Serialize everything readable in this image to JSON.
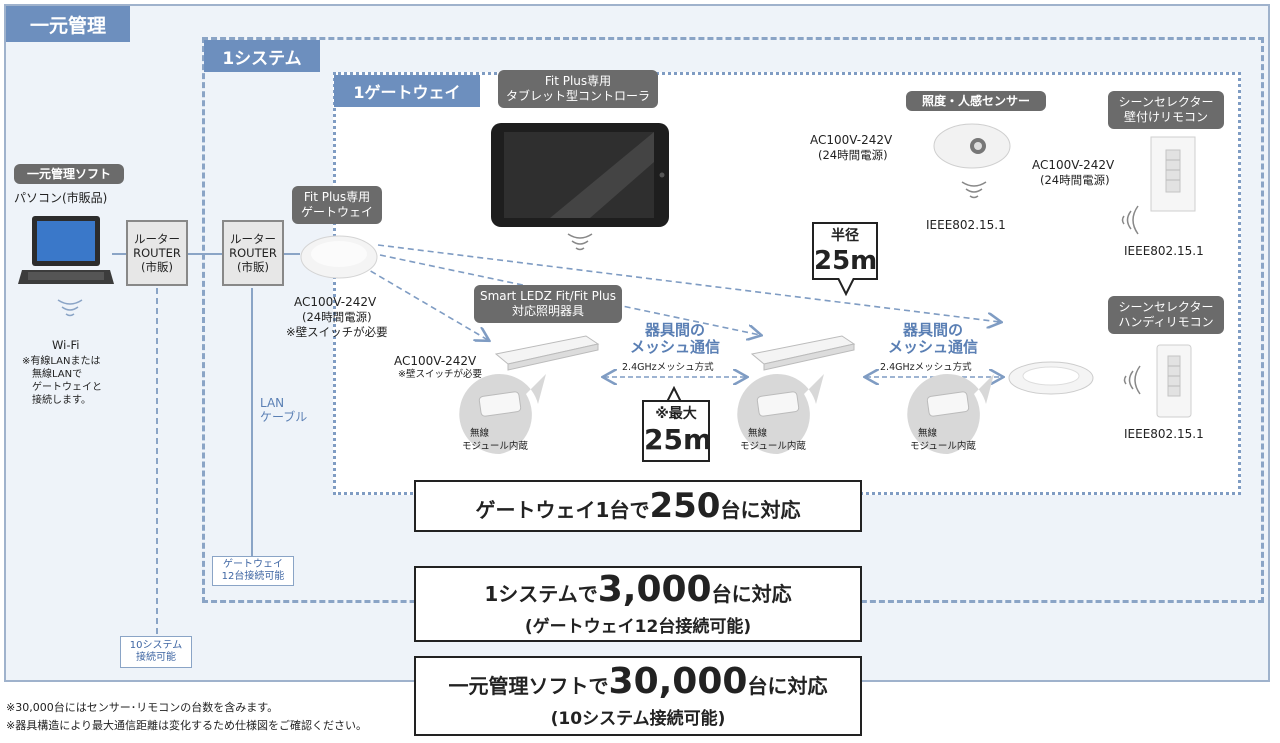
{
  "frames": {
    "overall": "一元管理",
    "system": "1システム",
    "gateway": "1ゲートウェイ"
  },
  "pc": {
    "software_label": "一元管理ソフト",
    "device": "パソコン(市販品)",
    "wifi": "Wi-Fi",
    "note": [
      "※有線LANまたは",
      "無線LANで",
      "ゲートウェイと",
      "接続します。"
    ]
  },
  "routers": [
    {
      "line1": "ルーター",
      "line2": "ROUTER",
      "line3": "(市販)"
    },
    {
      "line1": "ルーター",
      "line2": "ROUTER",
      "line3": "(市販)"
    }
  ],
  "lan_cable": [
    "LAN",
    "ケーブル"
  ],
  "badge_gateways": [
    "ゲートウェイ",
    "12台接続可能"
  ],
  "badge_systems": [
    "10システム",
    "接続可能"
  ],
  "gateway_device": {
    "label": [
      "Fit Plus専用",
      "ゲートウェイ"
    ],
    "power": [
      "AC100V-242V",
      "(24時間電源)",
      "※壁スイッチが必要"
    ]
  },
  "tablet": {
    "label": [
      "Fit Plus専用",
      "タブレット型コントローラ"
    ]
  },
  "sensor": {
    "label": "照度・人感センサー",
    "power": [
      "AC100V-242V",
      "(24時間電源)"
    ],
    "protocol": "IEEE802.15.1"
  },
  "wall_remote": {
    "label": [
      "シーンセレクター",
      "壁付けリモコン"
    ],
    "power": [
      "AC100V-242V",
      "(24時間電源)"
    ],
    "protocol": "IEEE802.15.1"
  },
  "handy_remote": {
    "label": [
      "シーンセレクター",
      "ハンディリモコン"
    ],
    "protocol": "IEEE802.15.1"
  },
  "fixture": {
    "label": [
      "Smart LEDZ Fit/Fit Plus",
      "対応照明器具"
    ],
    "power": "AC100V-242V",
    "power_note": "※壁スイッチが必要"
  },
  "module_label": [
    "無線",
    "モジュール内蔵"
  ],
  "mesh": {
    "title": [
      "器具間の",
      "メッシュ通信"
    ],
    "method": "2.4GHzメッシュ方式"
  },
  "radius": {
    "label": "半径",
    "value": "25m"
  },
  "max_distance": {
    "label": "※最大",
    "value": "25m"
  },
  "capacity": [
    {
      "pre": "ゲートウェイ1台で",
      "num": "250",
      "post": "台に対応",
      "sub": ""
    },
    {
      "pre": "1システムで",
      "num": "3,000",
      "post": "台に対応",
      "sub": "(ゲートウェイ12台接続可能)"
    },
    {
      "pre": "一元管理ソフトで",
      "num": "30,000",
      "post": "台に対応",
      "sub": "(10システム接続可能)"
    }
  ],
  "footnotes": [
    "※30,000台にはセンサー･リモコンの台数を含みます。",
    "※器具構造により最大通信距離は変化するため仕様図をご確認ください。"
  ],
  "colors": {
    "frame_tab": "#6d8fbe",
    "grey_label": "#6b6b6b",
    "mesh_text": "#5a7fb4",
    "arrow": "#7f9cc3"
  }
}
